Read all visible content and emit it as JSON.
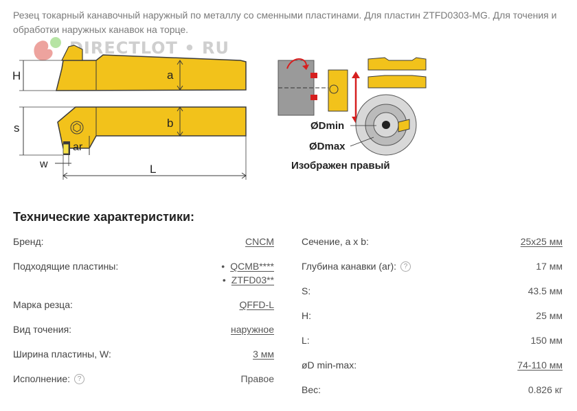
{
  "description": "Резец токарный канавочный наружный по металлу со сменными пластинами. Для пластин ZTFD0303-MG. Для точения и обработки наружных канавок на торце.",
  "logo": {
    "text": "DIRECTLOT • RU",
    "icon": "squirrel-logo"
  },
  "diagram": {
    "labels": {
      "H": "H",
      "s": "s",
      "a": "a",
      "b": "b",
      "ar": "ar",
      "w": "w",
      "L": "L",
      "dmin": "ØDmin",
      "dmax": "ØDmax",
      "caption": "Изображен правый"
    },
    "colors": {
      "body": "#f2c21b",
      "outline": "#3a3a3a",
      "arrow": "#d61f1f",
      "gray": "#8e8e8e"
    }
  },
  "section_title": "Технические характеристики:",
  "specs_left": {
    "brand": {
      "label": "Бренд:",
      "value": "CNCM"
    },
    "plates": {
      "label": "Подходящие пластины:",
      "values": [
        "QCMB****",
        "ZTFD03**"
      ]
    },
    "mark": {
      "label": "Марка резца:",
      "value": "QFFD-L"
    },
    "turning": {
      "label": "Вид точения:",
      "value": "наружное"
    },
    "width": {
      "label": "Ширина пластины, W:",
      "value": "3 мм"
    },
    "version": {
      "label": "Исполнение:",
      "value": "Правое"
    }
  },
  "specs_right": {
    "section": {
      "label": "Сечение, a x b:",
      "value": "25x25 мм"
    },
    "depth": {
      "label": "Глубина канавки (ar):",
      "value": "17 мм"
    },
    "s": {
      "label": "S:",
      "value": "43.5 мм"
    },
    "h": {
      "label": "H:",
      "value": "25 мм"
    },
    "l": {
      "label": "L:",
      "value": "150 мм"
    },
    "d": {
      "label": "øD min-max:",
      "value": "74-110 мм"
    },
    "weight": {
      "label": "Вес:",
      "value": "0.826 кг"
    }
  }
}
